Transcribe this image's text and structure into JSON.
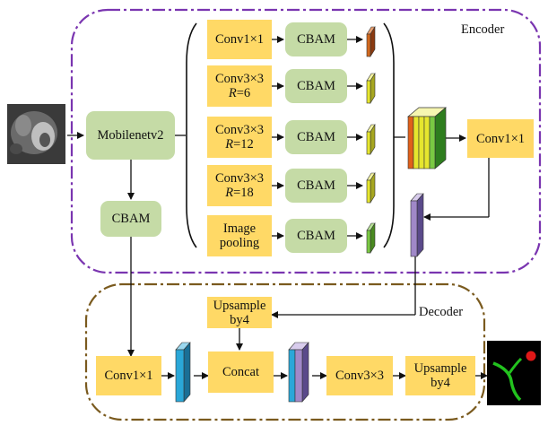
{
  "encoder": {
    "label": "Encoder",
    "backbone": "Mobilenetv2",
    "cbam_side": "CBAM",
    "branches": [
      {
        "line1": "Conv1×1",
        "line2_prefix": "",
        "line2_value": "",
        "cbam": "CBAM",
        "feature_color": "#d2691e"
      },
      {
        "line1": "Conv3×3",
        "line2_prefix": "R",
        "line2_value": "=6",
        "cbam": "CBAM",
        "feature_color": "#e6e62e"
      },
      {
        "line1": "Conv3×3",
        "line2_prefix": "R",
        "line2_value": "=12",
        "cbam": "CBAM",
        "feature_color": "#e6e62e"
      },
      {
        "line1": "Conv3×3",
        "line2_prefix": "R",
        "line2_value": "=18",
        "cbam": "CBAM",
        "feature_color": "#e6e62e"
      },
      {
        "line1": "Image",
        "line2_prefix": "",
        "line2_value": "pooling",
        "cbam": "CBAM",
        "feature_color": "#7ac943"
      }
    ],
    "fuse_conv": "Conv1×1"
  },
  "decoder": {
    "label": "Decoder",
    "upsample_top": "Upsample\nby4",
    "conv_left": "Conv1×1",
    "concat": "Concat",
    "conv3": "Conv3×3",
    "upsample_out": "Upsample\nby4"
  },
  "colors": {
    "encoder_border": "#7a35b0",
    "decoder_border": "#7a5a1e",
    "yellow_box": "#ffd966",
    "green_box": "#c5dba6",
    "blue_tensor": "#2aa7d8",
    "purple_tensor": "#a088c8"
  }
}
